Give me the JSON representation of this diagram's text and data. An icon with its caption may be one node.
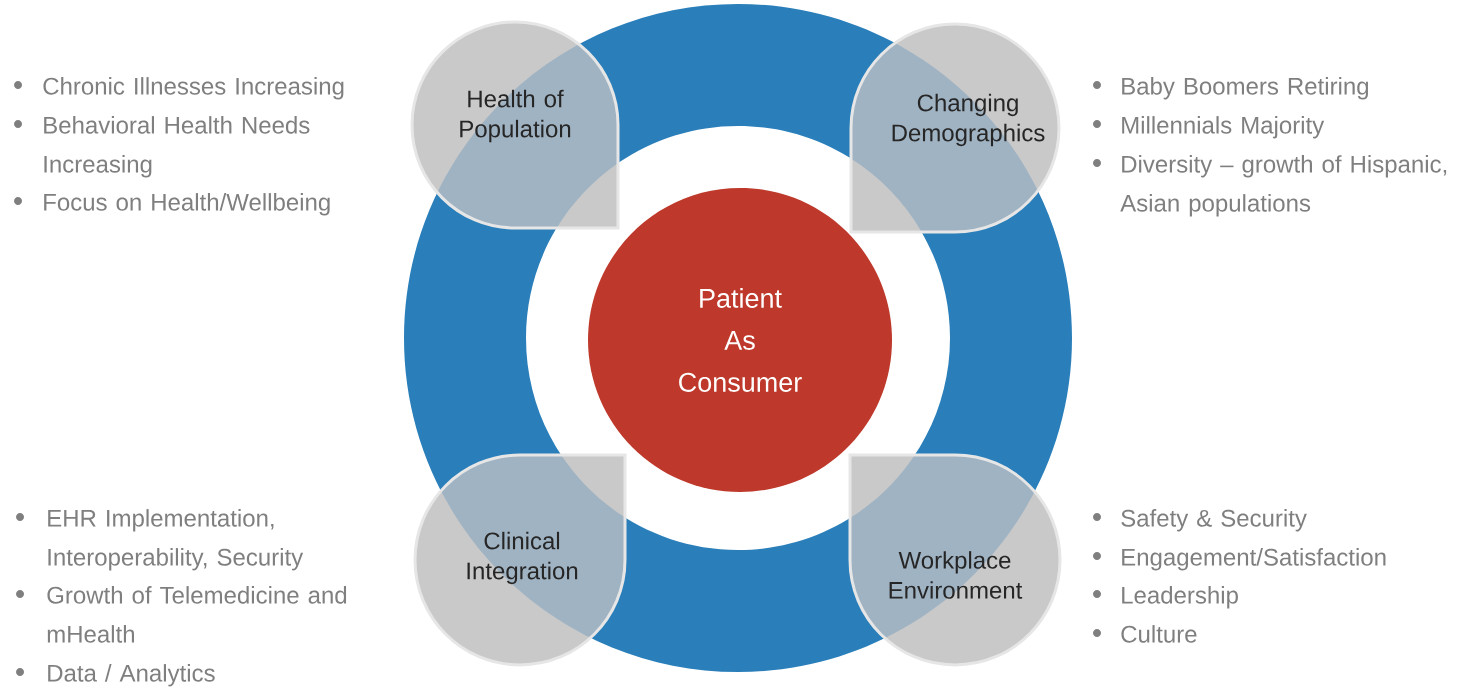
{
  "diagram": {
    "nodes": [
      {
        "text": [
          "Health of Population"
        ]
      },
      {
        "text": [
          "Changing Demographics"
        ]
      },
      {
        "text": [
          "Patient As Consumer"
        ]
      },
      {
        "text": [
          "Clinical Integration"
        ]
      },
      {
        "text": [
          "Workplace Environment"
        ]
      }
    ],
    "labels": [
      "Chronic Illnesses Increasing",
      "Behavioral Health Needs Increasing",
      "Focus on Health/Wellbeing",
      "Baby Boomers Retiring",
      "Millennials Majority",
      "Diversity – growth of Hispanic, Asian populations",
      "EHR Implementation, Interoperability, Security",
      "Growth of Telemedicine and mHealth",
      "Data / Analytics",
      "Safety & Security",
      "Engagement/Satisfaction",
      "Leadership",
      "Culture"
    ]
  }
}
